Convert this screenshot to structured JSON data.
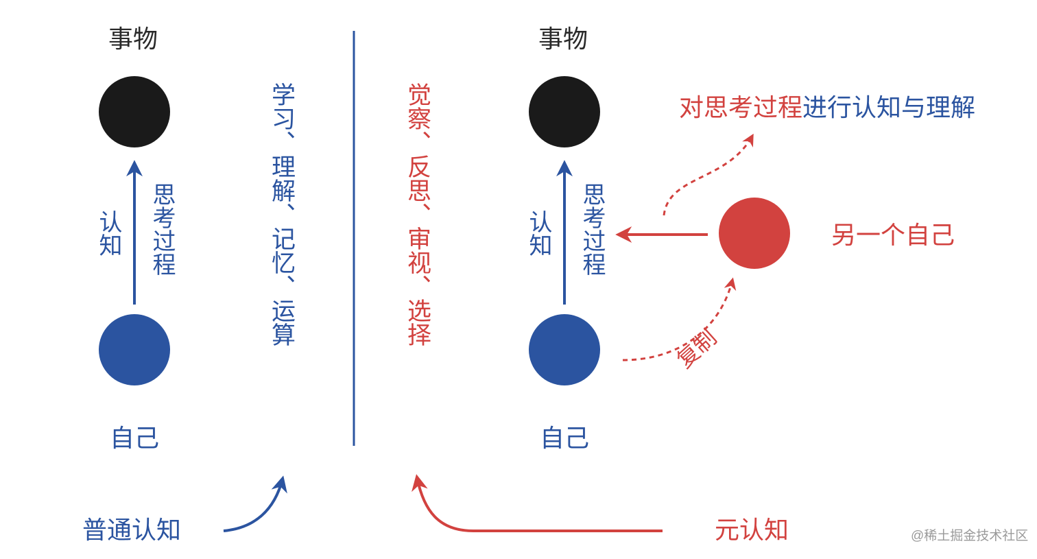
{
  "colors": {
    "blue": "#2b54a0",
    "red": "#d2423f",
    "dark": "#1a1a1a",
    "text_dark": "#2a2a2a"
  },
  "left_panel": {
    "object_label": "事物",
    "self_label": "自己",
    "arrow_left_label": "认知",
    "arrow_right_label": "思考过程",
    "side_text": "学习、理解、记忆、运算",
    "caption": "普通认知"
  },
  "right_panel": {
    "object_label": "事物",
    "self_label": "自己",
    "arrow_left_label": "认知",
    "arrow_right_label": "思考过程",
    "side_text": "觉察、反思、审视、选择",
    "other_self_label": "另一个自己",
    "copy_label": "复制",
    "top_text_part1": "对思考过程",
    "top_text_part2": "进行认知与理解",
    "caption": "元认知"
  },
  "watermark": "@稀土掘金技术社区"
}
